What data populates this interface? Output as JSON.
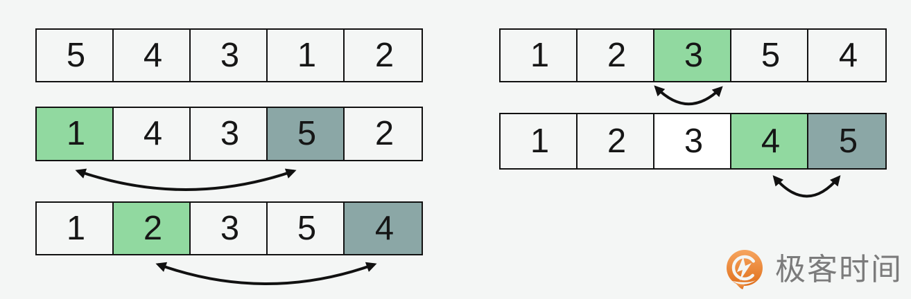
{
  "page": {
    "background": "#f4f6f5",
    "title": "selection sort swap steps diagram"
  },
  "colors": {
    "background": "#f4f6f5",
    "cell_default": "#f4f6f5",
    "cell_white": "#ffffff",
    "cell_green": "#91d9a0",
    "cell_gray": "#8ba7a6",
    "border": "#111111",
    "arrow": "#111111",
    "logo_text": "#7b7b7b",
    "logo_orange_light": "#f6a55f",
    "logo_orange_dark": "#e0701d"
  },
  "arrays": [
    {
      "name": "left-row-1-initial",
      "cells": [
        {
          "value": "5",
          "fill": "default"
        },
        {
          "value": "4",
          "fill": "default"
        },
        {
          "value": "3",
          "fill": "default"
        },
        {
          "value": "1",
          "fill": "default"
        },
        {
          "value": "2",
          "fill": "default"
        }
      ]
    },
    {
      "name": "left-row-2-after-first-swap",
      "cells": [
        {
          "value": "1",
          "fill": "green"
        },
        {
          "value": "4",
          "fill": "default"
        },
        {
          "value": "3",
          "fill": "default"
        },
        {
          "value": "5",
          "fill": "gray"
        },
        {
          "value": "2",
          "fill": "default"
        }
      ]
    },
    {
      "name": "left-row-3-after-second-swap",
      "cells": [
        {
          "value": "1",
          "fill": "default"
        },
        {
          "value": "2",
          "fill": "green"
        },
        {
          "value": "3",
          "fill": "default"
        },
        {
          "value": "5",
          "fill": "default"
        },
        {
          "value": "4",
          "fill": "gray"
        }
      ]
    },
    {
      "name": "right-row-1-third-pass",
      "cells": [
        {
          "value": "1",
          "fill": "default"
        },
        {
          "value": "2",
          "fill": "default"
        },
        {
          "value": "3",
          "fill": "green"
        },
        {
          "value": "5",
          "fill": "default"
        },
        {
          "value": "4",
          "fill": "default"
        }
      ]
    },
    {
      "name": "right-row-2-final-swap",
      "cells": [
        {
          "value": "1",
          "fill": "default"
        },
        {
          "value": "2",
          "fill": "default"
        },
        {
          "value": "3",
          "fill": "white"
        },
        {
          "value": "4",
          "fill": "green"
        },
        {
          "value": "5",
          "fill": "gray"
        }
      ]
    }
  ],
  "arrows": [
    {
      "name": "swap-arrow-left-1",
      "connects_values": [
        "1",
        "5"
      ],
      "connects_indices": [
        0,
        3
      ]
    },
    {
      "name": "swap-arrow-left-2",
      "connects_values": [
        "2",
        "4"
      ],
      "connects_indices": [
        1,
        4
      ]
    },
    {
      "name": "swap-arrow-right-1",
      "connects_values": [
        "3",
        "3"
      ],
      "connects_indices": [
        2,
        2
      ]
    },
    {
      "name": "swap-arrow-right-2",
      "connects_values": [
        "4",
        "5"
      ],
      "connects_indices": [
        3,
        4
      ]
    }
  ],
  "logo": {
    "text": "极客时间",
    "icon": "geektime-logo-icon"
  }
}
